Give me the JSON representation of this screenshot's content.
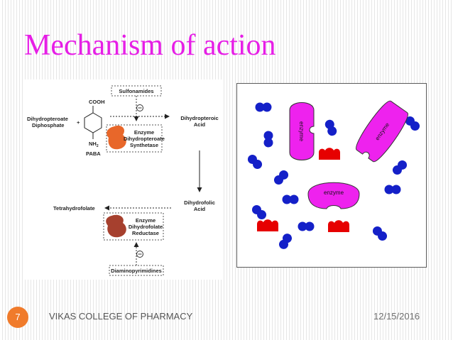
{
  "slide": {
    "title": "Mechanism of action",
    "number": "7",
    "footer": "VIKAS COLLEGE OF PHARMACY",
    "date": "12/15/2016"
  },
  "pathway": {
    "sulfonamides": "Sulfonamides",
    "cooh": "COOH",
    "nh2": "NH",
    "nh2_sub": "2",
    "substrate_line1": "Dihydropteroate",
    "substrate_line2": "Diphosphate",
    "plus": "+",
    "paba": "PABA",
    "enzyme1_line1": "Enzyme",
    "enzyme1_line2": "Dihydropteroate",
    "enzyme1_line3": "Synthetase",
    "product1_line1": "Dihydropteroic",
    "product1_line2": "Acid",
    "product2_line1": "Dihydrofolic",
    "product2_line2": "Acid",
    "product3": "Tetrahydrofolate",
    "enzyme2_line1": "Enzyme",
    "enzyme2_line2": "Dihydrofolate",
    "enzyme2_line3": "Reductase",
    "inhibitor2": "Diaminopyrimidines",
    "inhibit_symbol": "⊖"
  },
  "enzyme_diagram": {
    "enzyme_label": "enzyme"
  },
  "colors": {
    "title": "#e61ee6",
    "enzyme_fill": "#ee22ee",
    "blue_molecule": "#1420c8",
    "red_molecule": "#e60000",
    "slide_number_badge": "#f07b2b",
    "synthetase_enzyme": "#e8672a",
    "reductase_enzyme": "#a6402e"
  }
}
